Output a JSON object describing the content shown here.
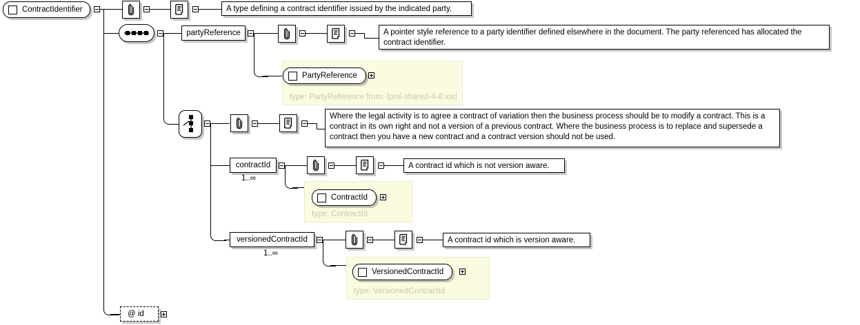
{
  "diagram": {
    "title": "ContractIdentifier",
    "kind": "xml-schema-diagram",
    "root": {
      "name": "ContractIdentifier",
      "icon": "element-square-icon",
      "toggle": "minus"
    },
    "root_annotation": {
      "annotation_icon": "paperclip-icon",
      "documentation_icon": "scroll-icon",
      "documentation": "A type defining a contract identifier issued by the indicated party."
    },
    "sequence_group": {
      "icon": "sequence-icon",
      "toggle": "minus"
    },
    "party_reference": {
      "label": "partyReference",
      "toggle": "minus",
      "annotation_icon": "paperclip-icon",
      "documentation_icon": "scroll-icon",
      "documentation": "A pointer style reference to a party identifier defined elsewhere in the document. The party referenced has allocated the contract identifier.",
      "type_panel": {
        "capsule": "PartyReference",
        "capsule_icon": "element-square-icon",
        "toggle": "plus",
        "type_label": "type: PartyReference from: fpml-shared-4-8.xsd"
      }
    },
    "choice_group": {
      "icon": "choice-icon",
      "toggle": "minus",
      "annotation_icon": "paperclip-icon",
      "documentation_icon": "scroll-icon",
      "documentation": "Where the legal activity is to agree a contract of variation then the business process should be to modify a contract. This is a contract in its own right and not a version of a previous contract. Where the business process is to replace and supersede a contract then you have a new contract and a contract version should not be used."
    },
    "contract_id": {
      "label": "contractId",
      "occurrence": "1..∞",
      "toggle": "minus",
      "annotation_icon": "paperclip-icon",
      "documentation_icon": "scroll-icon",
      "documentation": "A contract id which is not version aware.",
      "type_panel": {
        "capsule": "ContractId",
        "capsule_icon": "element-square-icon",
        "toggle": "plus",
        "type_label": "type: ContractId"
      }
    },
    "versioned_contract_id": {
      "label": "versionedContractId",
      "occurrence": "1..∞",
      "toggle": "minus",
      "annotation_icon": "paperclip-icon",
      "documentation_icon": "scroll-icon",
      "documentation": "A contract id which is version aware.",
      "type_panel": {
        "capsule": "VersionedContractId",
        "capsule_icon": "element-square-icon",
        "toggle": "plus",
        "type_label": "type: VersionedContractId"
      }
    },
    "attribute_id": {
      "label": "@ id",
      "toggle": "plus"
    },
    "colors": {
      "background": "#ffffff",
      "line": "#000000",
      "type_panel_fill": "#fbfbe0",
      "type_panel_border": "#ebebcd",
      "type_label_text": "#c9c9b0",
      "shadow": "rgba(0,0,0,0.22)"
    }
  }
}
